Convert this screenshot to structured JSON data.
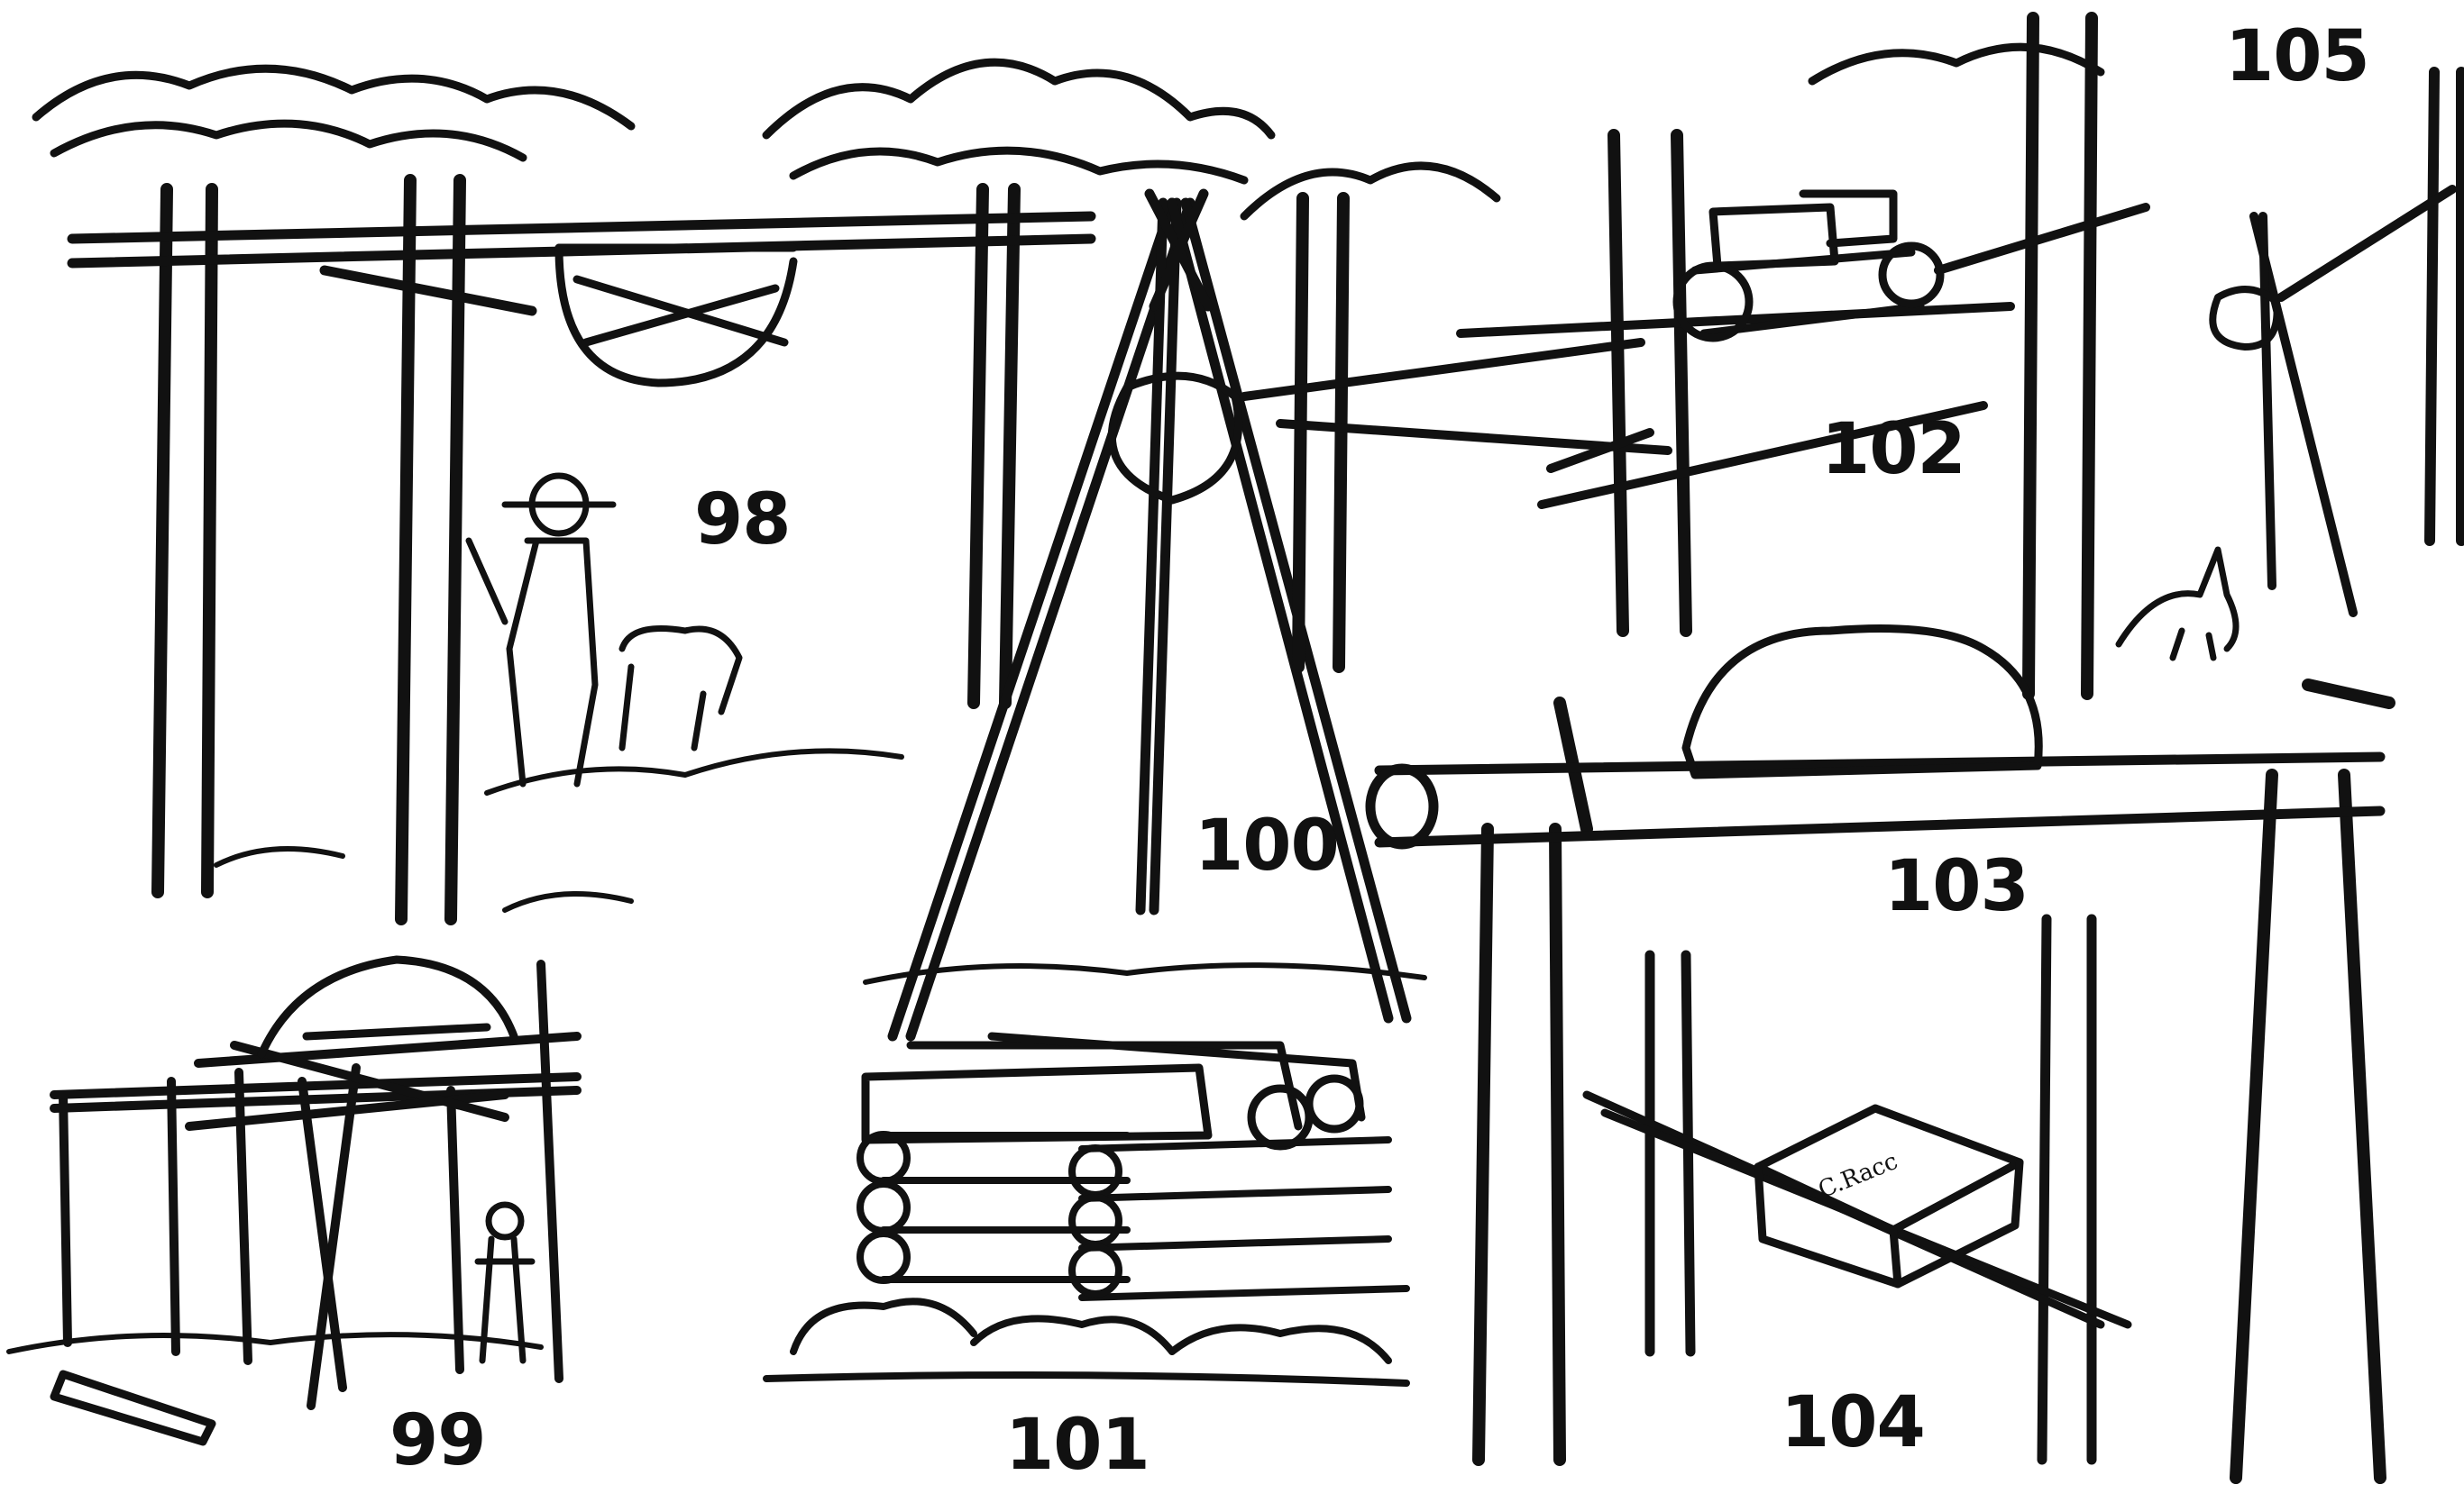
{
  "figures": [
    {
      "id": "98",
      "label": "98"
    },
    {
      "id": "99",
      "label": "99"
    },
    {
      "id": "100",
      "label": "100"
    },
    {
      "id": "101",
      "label": "101"
    },
    {
      "id": "102",
      "label": "102"
    },
    {
      "id": "103",
      "label": "103"
    },
    {
      "id": "104",
      "label": "104"
    },
    {
      "id": "105",
      "label": "105"
    }
  ],
  "box_lettering": "C.Racc",
  "colors": {
    "ink": "#111111",
    "paper": "#ffffff"
  }
}
